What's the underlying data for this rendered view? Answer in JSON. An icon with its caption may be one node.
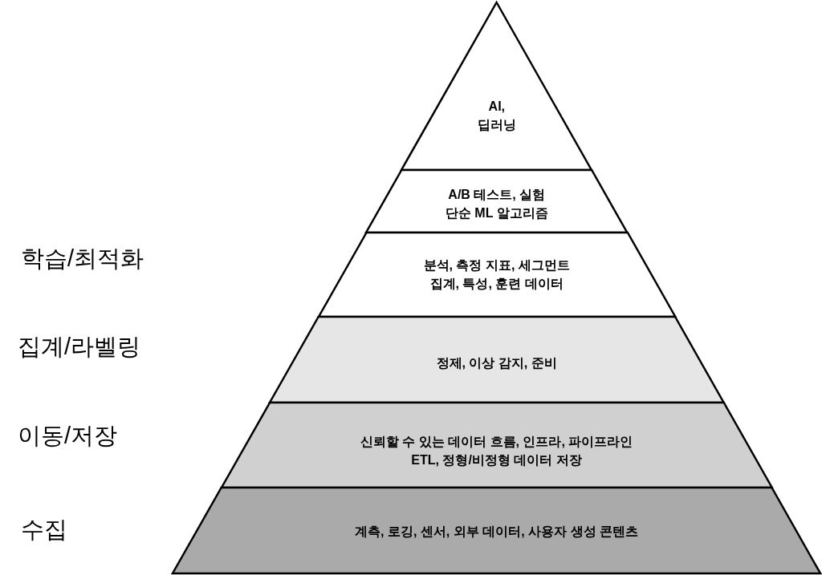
{
  "diagram": {
    "nodes": [
      {
        "text": [
          "AI, 딥러닝"
        ]
      },
      {
        "text": [
          "A/B 테스트, 실험",
          "단순 ML 알고리즘"
        ]
      },
      {
        "text": [
          "분석, 측정 지표, 세그먼트",
          "집계, 특성, 훈련 데이터"
        ]
      },
      {
        "text": [
          "정제, 이상 감지, 준비"
        ]
      },
      {
        "text": [
          "신뢰할 수 있는 데이터 흐름, 인프라, 파이프라인",
          "ETL, 정형/비정형 데이터 저장"
        ]
      },
      {
        "text": [
          "계측, 로깅, 센서, 외부 데이터, 사용자 생성 콘텐츠"
        ]
      }
    ],
    "labels": [
      "학습/최적화",
      "집계/라벨링",
      "이동/저장",
      "수집"
    ]
  }
}
